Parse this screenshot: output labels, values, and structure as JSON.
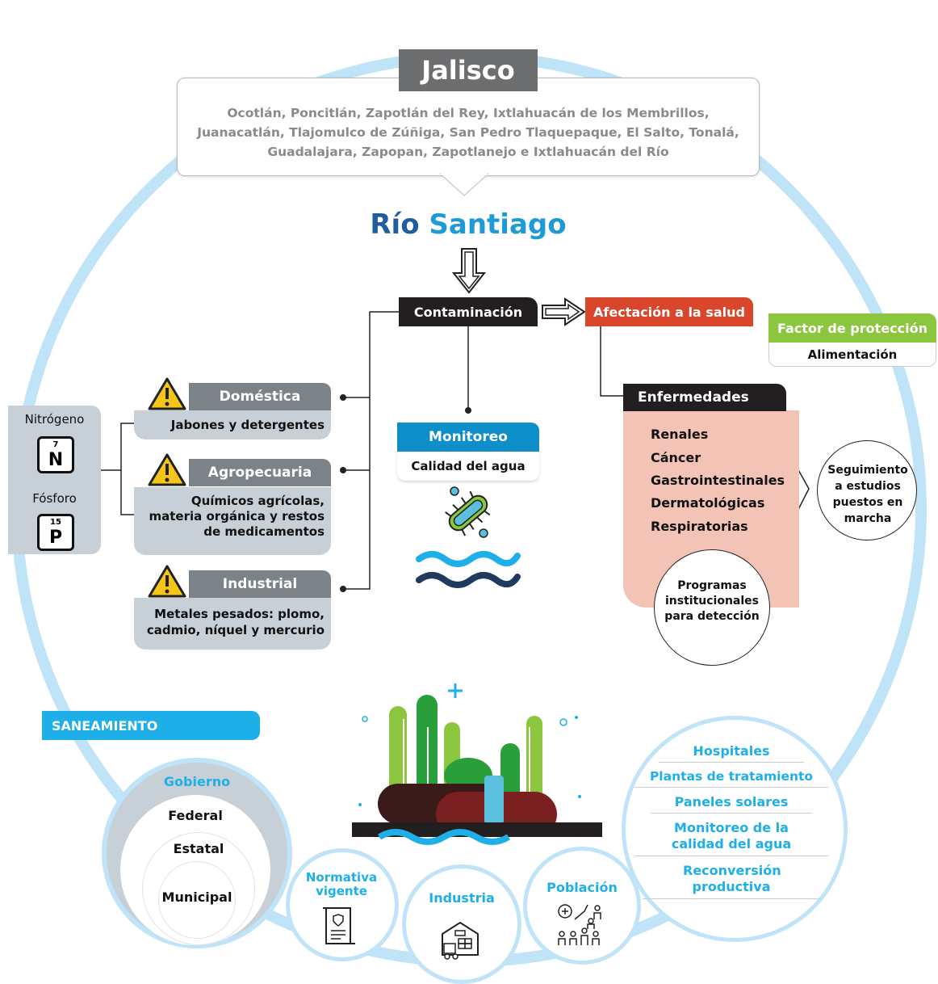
{
  "header": {
    "title": "Jalisco",
    "municipalities": "Ocotlán, Poncitlán, Zapotlán del Rey, Ixtlahuacán de los Membrillos, Juanacatlán, Tlajomulco de Zúñiga, San Pedro Tlaquepaque, El Salto, Tonalá, Guadalajara, Zapopan, Zapotlanejo e Ixtlahuacán del Río",
    "river_title_a": "Río",
    "river_title_b": "Santiago"
  },
  "flow": {
    "contaminacion": "Contaminación",
    "afectacion": "Afectación a la salud",
    "factor_title": "Factor de protección",
    "factor_body": "Alimentación",
    "monitoreo_title": "Monitoreo",
    "monitoreo_body": "Calidad del agua"
  },
  "elements": {
    "nitrogen_label": "Nitrógeno",
    "nitrogen_number": "7",
    "nitrogen_symbol": "N",
    "phosphorus_label": "Fósforo",
    "phosphorus_number": "15",
    "phosphorus_symbol": "P"
  },
  "sources": [
    {
      "title": "Doméstica",
      "body": "Jabones y detergentes"
    },
    {
      "title": "Agropecuaria",
      "body": "Químicos agrícolas, materia orgánica y restos de medicamentos"
    },
    {
      "title": "Industrial",
      "body": "Metales pesados: plomo, cadmio, níquel y mercurio"
    }
  ],
  "enfermedades": {
    "title": "Enfermedades",
    "items": [
      "Renales",
      "Cáncer",
      "Gastrointestinales",
      "Dermatológicas",
      "Respiratorias"
    ],
    "seguimiento": "Seguimiento a estudios puestos en marcha",
    "programas": "Programas institucionales para detección"
  },
  "saneamiento": {
    "title": "SANEAMIENTO",
    "gobierno": "Gobierno",
    "levels": [
      "Federal",
      "Estatal",
      "Municipal"
    ],
    "normativa": "Normativa vigente",
    "industria": "Industria",
    "poblacion": "Población",
    "acciones": [
      "Hospitales",
      "Plantas de tratamiento",
      "Paneles solares",
      "Monitoreo de la calidad del agua",
      "Reconversión productiva"
    ]
  },
  "colors": {
    "ring": "#bfe3f7",
    "dark": "#231f20",
    "red": "#d9462b",
    "green": "#8cc63f",
    "blue": "#0f8fc9",
    "gray_header": "#7b8388",
    "gray_body": "#c6d0d6",
    "pink": "#f3c3b6",
    "navy": "#1f3a5f",
    "cyan": "#1eafe8"
  }
}
